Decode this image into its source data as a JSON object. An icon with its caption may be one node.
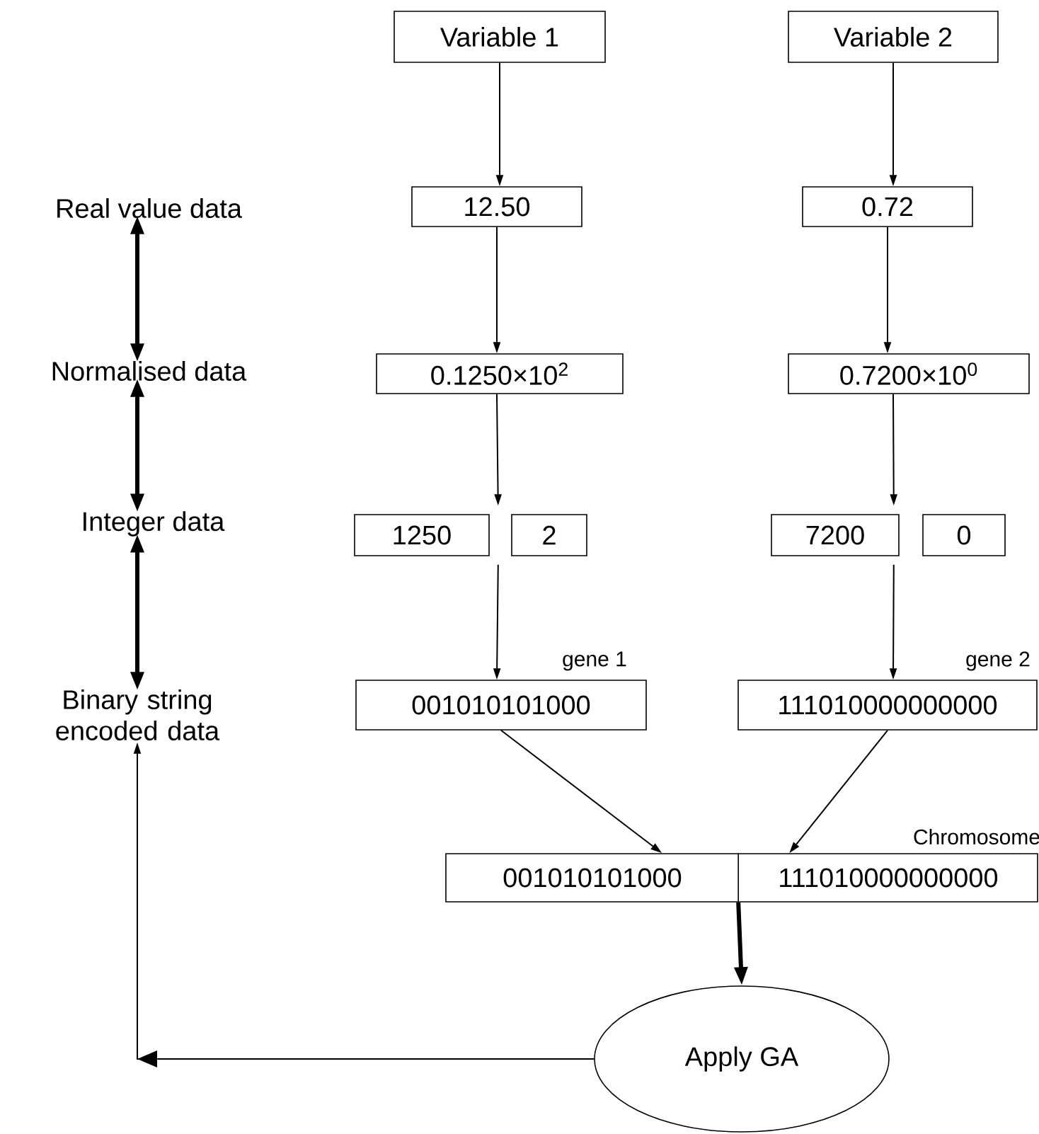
{
  "diagram": {
    "nodes": [
      {
        "text": [
          "Real value data"
        ]
      },
      {
        "text": [
          "Normalised data"
        ]
      },
      {
        "text": [
          "Integer data"
        ]
      },
      {
        "text": [
          "Binary string encoded data"
        ]
      },
      {
        "text": [
          "Variable 1"
        ]
      },
      {
        "text": [
          "Variable 2"
        ]
      },
      {
        "text": [
          "12.50"
        ]
      },
      {
        "text": [
          "0.72"
        ]
      },
      {
        "text": [
          "0.1250×10$^{2}$"
        ]
      },
      {
        "text": [
          "0.7200×10$^{0}$"
        ]
      },
      {
        "text": [
          "1250"
        ]
      },
      {
        "text": [
          "2"
        ]
      },
      {
        "text": [
          "7200"
        ]
      },
      {
        "text": [
          "0"
        ]
      },
      {
        "text": [
          "001010101000"
        ],
        "beside": [
          "gene 1"
        ]
      },
      {
        "text": [
          "111010000000000"
        ],
        "beside": [
          "gene 2"
        ]
      },
      {
        "text": [
          "001010101000",
          "111010000000000"
        ],
        "beside": [
          "Chromosome"
        ]
      },
      {
        "text": [
          "Apply GA"
        ]
      }
    ],
    "edges": [
      {
        "from": 0,
        "to": 1,
        "arrow": "both",
        "style": "thick"
      },
      {
        "from": 1,
        "to": 2,
        "arrow": "both",
        "style": "thick"
      },
      {
        "from": 2,
        "to": 3,
        "arrow": "both",
        "style": "thick"
      },
      {
        "from": 4,
        "to": 6,
        "arrow": "to"
      },
      {
        "from": 5,
        "to": 7,
        "arrow": "to"
      },
      {
        "from": 6,
        "to": 8,
        "arrow": "to"
      },
      {
        "from": 7,
        "to": 9,
        "arrow": "to"
      },
      {
        "from": 8,
        "to": 10,
        "arrow": "to"
      },
      {
        "from": 9,
        "to": 12,
        "arrow": "to"
      },
      {
        "from": 10,
        "to": 14,
        "arrow": "to"
      },
      {
        "from": 12,
        "to": 15,
        "arrow": "to"
      },
      {
        "from": 14,
        "to": 16,
        "arrow": "to"
      },
      {
        "from": 15,
        "to": 16,
        "arrow": "to"
      },
      {
        "from": 16,
        "to": 17,
        "arrow": "to",
        "style": "thick"
      },
      {
        "from": 17,
        "to": 3,
        "arrow": "to"
      }
    ]
  }
}
